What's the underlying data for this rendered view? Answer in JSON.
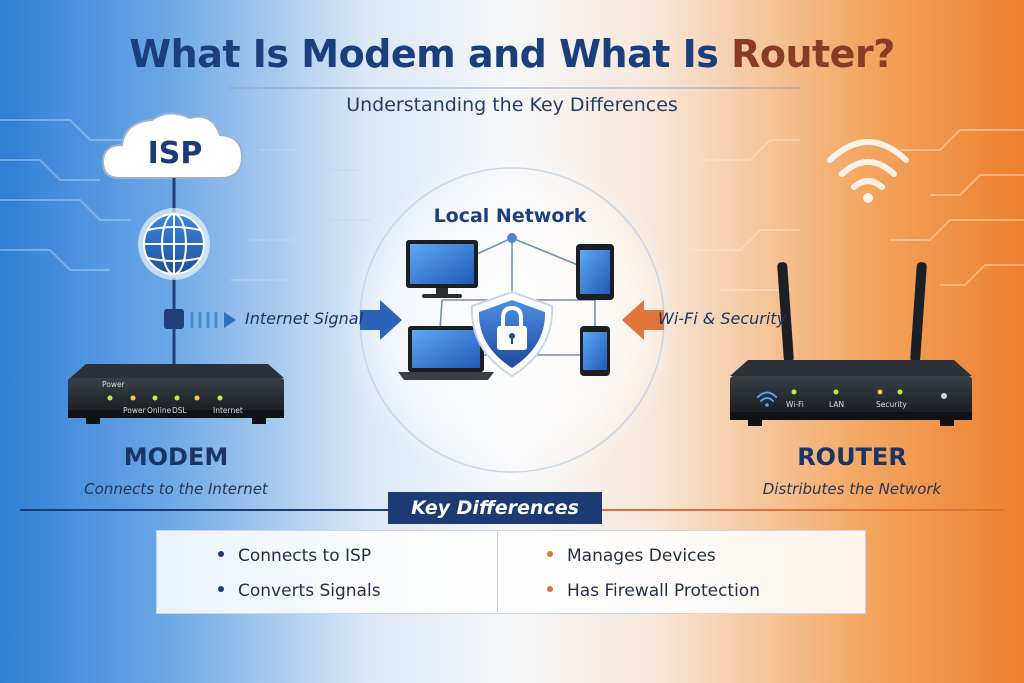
{
  "header": {
    "title_main": "What Is Modem and What Is ",
    "title_accent": "Router?",
    "subtitle": "Understanding the Key Differences"
  },
  "cloud": {
    "label": "ISP"
  },
  "center": {
    "label": "Local Network"
  },
  "signals": {
    "left": "Internet Signal",
    "right": "Wi-Fi & Security"
  },
  "modem": {
    "name": "MODEM",
    "description": "Connects to the Internet",
    "leds": {
      "power_top": "Power",
      "power": "Power",
      "online": "Online",
      "dsl": "DSL",
      "internet": "Internet"
    }
  },
  "router": {
    "name": "ROUTER",
    "description": "Distributes the Network",
    "leds": {
      "wifi": "Wi-Fi",
      "lan": "LAN",
      "security": "Security"
    }
  },
  "key_differences": {
    "heading": "Key Differences",
    "modem_points": [
      "Connects to ISP",
      "Converts Signals"
    ],
    "router_points": [
      "Manages Devices",
      "Has Firewall Protection"
    ]
  },
  "colors": {
    "navy": "#1c3a74",
    "modem_bullet": "#1f3a70",
    "router_bullet": "#e0703a",
    "led_green": "#b8f03a",
    "led_amber": "#ffc93a"
  }
}
